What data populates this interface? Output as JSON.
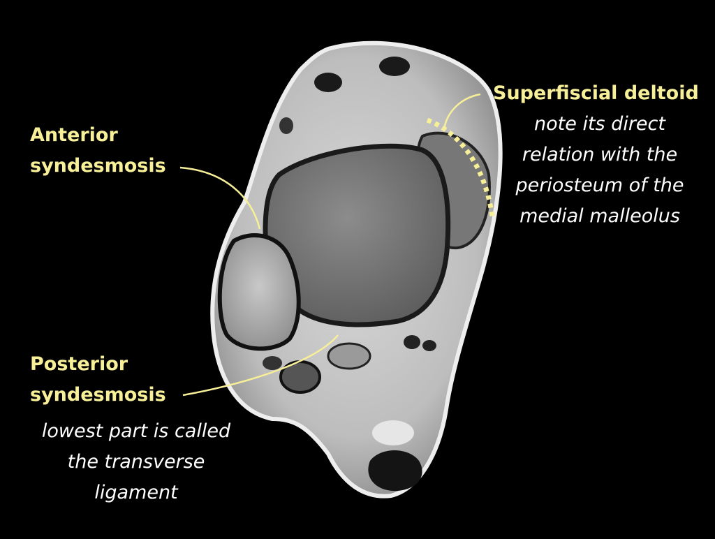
{
  "colors": {
    "background": "#000000",
    "label": "#f7f098",
    "note": "#ffffff",
    "leader": "#f7f098"
  },
  "labels": {
    "anterior": {
      "line1": "Anterior",
      "line2": "syndesmosis"
    },
    "posterior": {
      "line1": "Posterior",
      "line2": "syndesmosis"
    },
    "posterior_note": {
      "line1": "lowest part is called",
      "line2": "the transverse",
      "line3": "ligament"
    },
    "deltoid": {
      "title": "Superfiscial deltoid"
    },
    "deltoid_note": {
      "line1": "note its direct",
      "line2": "relation with the",
      "line3": "periosteum of the",
      "line4": "medial malleolus"
    }
  }
}
